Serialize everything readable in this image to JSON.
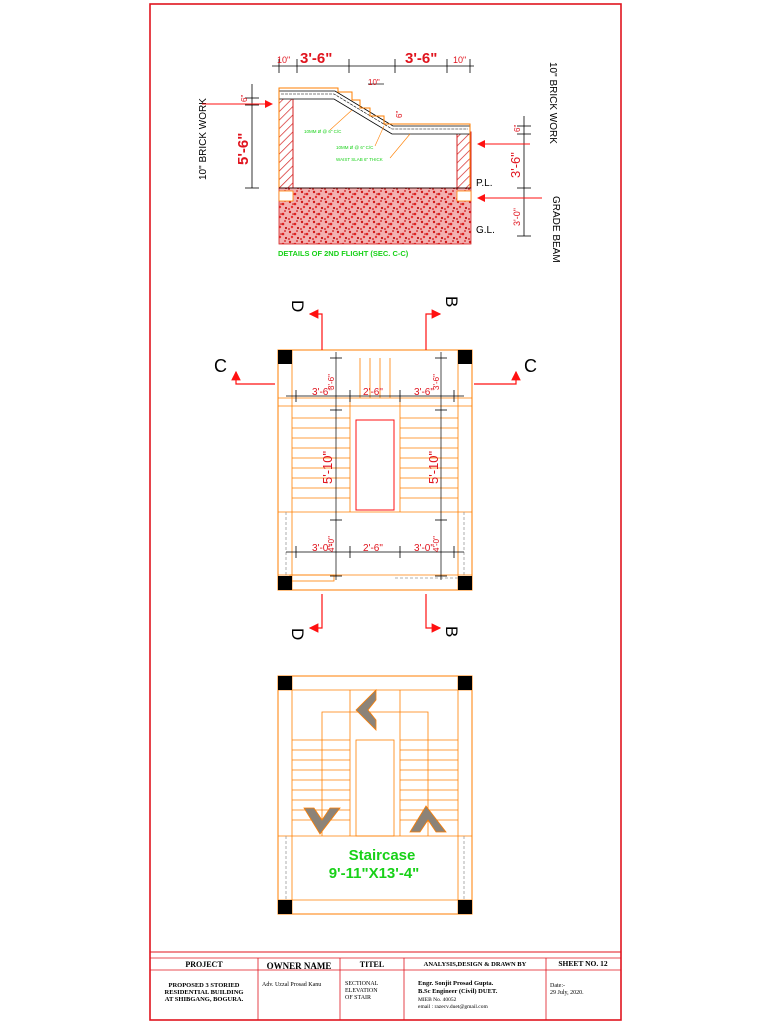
{
  "section": {
    "top_dims": [
      "10\"",
      "3'-6\"",
      "3'-6\"",
      "10\""
    ],
    "small_dims": [
      "10\"",
      "6\"",
      "6\"",
      "6\""
    ],
    "left_height": "5'-6\"",
    "right_height_upper": "3'-6\"",
    "right_height_lower": "3'-0\"",
    "left_label": "10\" BRICK WORK",
    "right_label": "10\" BRICK WORK",
    "grade_beam": "GRADE BEAM",
    "pl": "P.L.",
    "gl": "G.L.",
    "notes": [
      "10MM Ø @ 6\" C/C",
      "10MM Ø @ 6\" C/C",
      "WAIST SLAB 6\" THICK"
    ],
    "caption": "DETAILS OF 2ND FLIGHT (SEC. C-C)"
  },
  "plan": {
    "markers": [
      "D",
      "B",
      "C",
      "C",
      "D",
      "B"
    ],
    "dims_top": [
      "3'-6\"",
      "3'-6\"",
      "2'-6\"",
      "3'-6\"",
      "3'-6\""
    ],
    "dims_bottom": [
      "3'-0\"",
      "4'-0\"",
      "2'-6\"",
      "3'-0\"",
      "4'-0\""
    ],
    "flight_length_left": "5'-10\"",
    "flight_length_right": "5'-10\""
  },
  "layout_plan": {
    "title": "Staircase",
    "size": "9'-11\"X13'-4\""
  },
  "colors": {
    "frame": "#e0141e",
    "orange": "#ff7f00",
    "green": "#18d118",
    "arrow": "#ff1010",
    "text": "#000000",
    "hatch": "#e63232",
    "wall": "#d42020"
  },
  "title_block": {
    "project_header": "PROJECT",
    "project_lines": [
      "PROPOSED 3 STORIED",
      "RESIDENTIAL BUILDING",
      "AT SHIBGANG, BOGURA."
    ],
    "owner_header": "OWNER NAME",
    "owner": "Adv. Uzzal Prosad Kanu",
    "title_header": "TITEL",
    "title_lines": [
      "SECTIONAL",
      "ELEVATION",
      "OF STAIR"
    ],
    "analysis_header": "ANALYSIS,DESIGN & DRAWN BY",
    "engineer_lines": [
      "Engr. Sonjit Prosad Gupta.",
      "B.Sc Engineer (Civil) DUET."
    ],
    "mieb": "MIEB No. 40052",
    "email": "email : razecv.duet@gmail.com",
    "sheet_header": "SHEET NO. 12",
    "date_label": "Date:-",
    "date": "29 July, 2020."
  }
}
